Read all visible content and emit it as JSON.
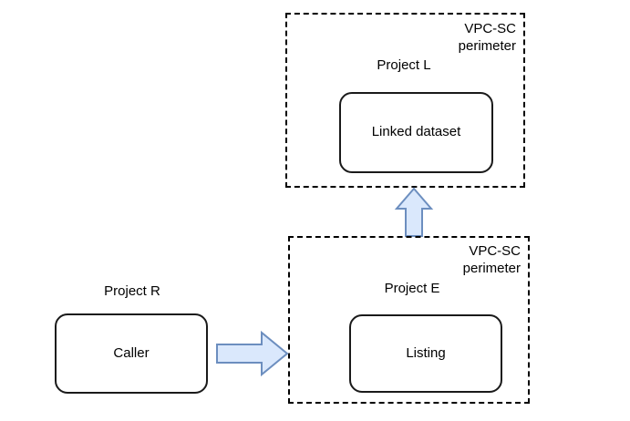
{
  "diagram": {
    "title_text_color": "#000000",
    "background": "#ffffff",
    "arrow_fill": "#dae8fc",
    "arrow_stroke": "#6c8ebf",
    "box_stroke": "#1a1a1a",
    "perimeter_stroke": "#000000"
  },
  "perimeters": [
    {
      "id": "top",
      "vpcsc_line1": "VPC-SC",
      "vpcsc_line2": "perimeter",
      "project_label": "Project L"
    },
    {
      "id": "bottom",
      "vpcsc_line1": "VPC-SC",
      "vpcsc_line2": "perimeter",
      "project_label": "Project E"
    }
  ],
  "nodes": [
    {
      "id": "linked-dataset",
      "label": "Linked dataset"
    },
    {
      "id": "listing",
      "label": "Listing"
    },
    {
      "id": "caller",
      "label": "Caller"
    }
  ],
  "standalone": {
    "project_r_label": "Project R"
  },
  "arrows": [
    {
      "id": "caller-to-listing",
      "direction": "right"
    },
    {
      "id": "listing-to-linked-dataset",
      "direction": "up"
    }
  ]
}
